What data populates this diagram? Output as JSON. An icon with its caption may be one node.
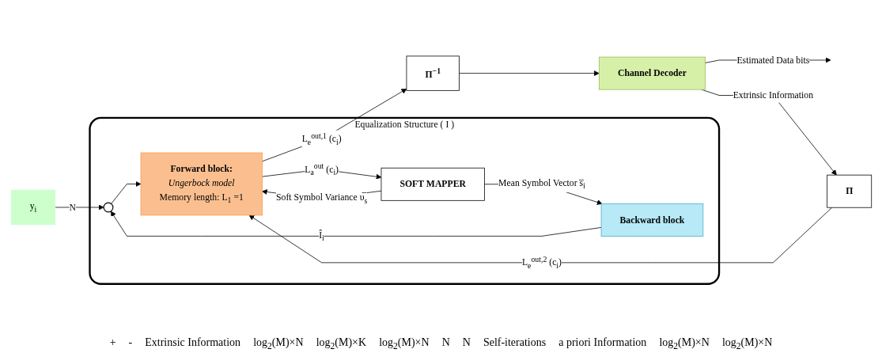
{
  "diagram": {
    "nodes": [
      {
        "text": [
          "y$_{i}$"
        ]
      },
      {
        "text": [
          "Equalization Structure ( I )"
        ]
      },
      {
        "text": [],
        "shape": "circle",
        "in": 1
      },
      {
        "text": [
          "Forward block:",
          "Ungerbock model",
          "Memory length: L$_{1}$ =1"
        ],
        "in": 1
      },
      {
        "text": [
          "SOFT MAPPER"
        ],
        "in": 1
      },
      {
        "text": [
          "Backward block"
        ],
        "in": 1
      },
      {
        "text": [
          "Π$^{−1}$"
        ]
      },
      {
        "text": [
          "Channel Decoder"
        ]
      },
      {
        "text": [
          "Π"
        ]
      }
    ],
    "edges": [
      {
        "from": 0,
        "to": 2,
        "arrow": "to",
        "label": "N"
      },
      {
        "from": 2,
        "to": 3,
        "arrow": "to"
      },
      {
        "from": 3,
        "to": 6,
        "arrow": "to",
        "label": "L$_{e}$$^{out,1}$ (c$_{i}$)"
      },
      {
        "from": 6,
        "to": 7,
        "arrow": "to"
      },
      {
        "from": 7,
        "to": null,
        "arrow": "to",
        "label": "Estimated Data bits"
      },
      {
        "from": 7,
        "to": 8,
        "arrow": "to",
        "label": "Extrinsic Information"
      },
      {
        "from": 8,
        "to": 3,
        "arrow": "to",
        "label": "L$_{e}$$^{out,2}$ (c$_{i}$)"
      },
      {
        "from": 3,
        "to": 4,
        "arrow": "to",
        "label": "L$_{a}$$^{out}$ (c$_{i}$)"
      },
      {
        "from": 4,
        "to": 3,
        "arrow": "to",
        "label": "Soft Symbol Variance υ̅$_{s}$"
      },
      {
        "from": 4,
        "to": 5,
        "arrow": "to",
        "label": "Mean Symbol Vector s̅$_{i}$"
      },
      {
        "from": 5,
        "to": 2,
        "arrow": "to",
        "label": "Î$_{i}$"
      }
    ],
    "labels": [
      "+",
      "-",
      "Extrinsic Information",
      "log$_{2}$(M)×N",
      "log$_{2}$(M)×K",
      "log$_{2}$(M)×N",
      "N",
      "N",
      "Self-iterations",
      "a priori Information",
      "log$_{2}$(M)×N",
      "log$_{2}$(M)×N"
    ]
  }
}
